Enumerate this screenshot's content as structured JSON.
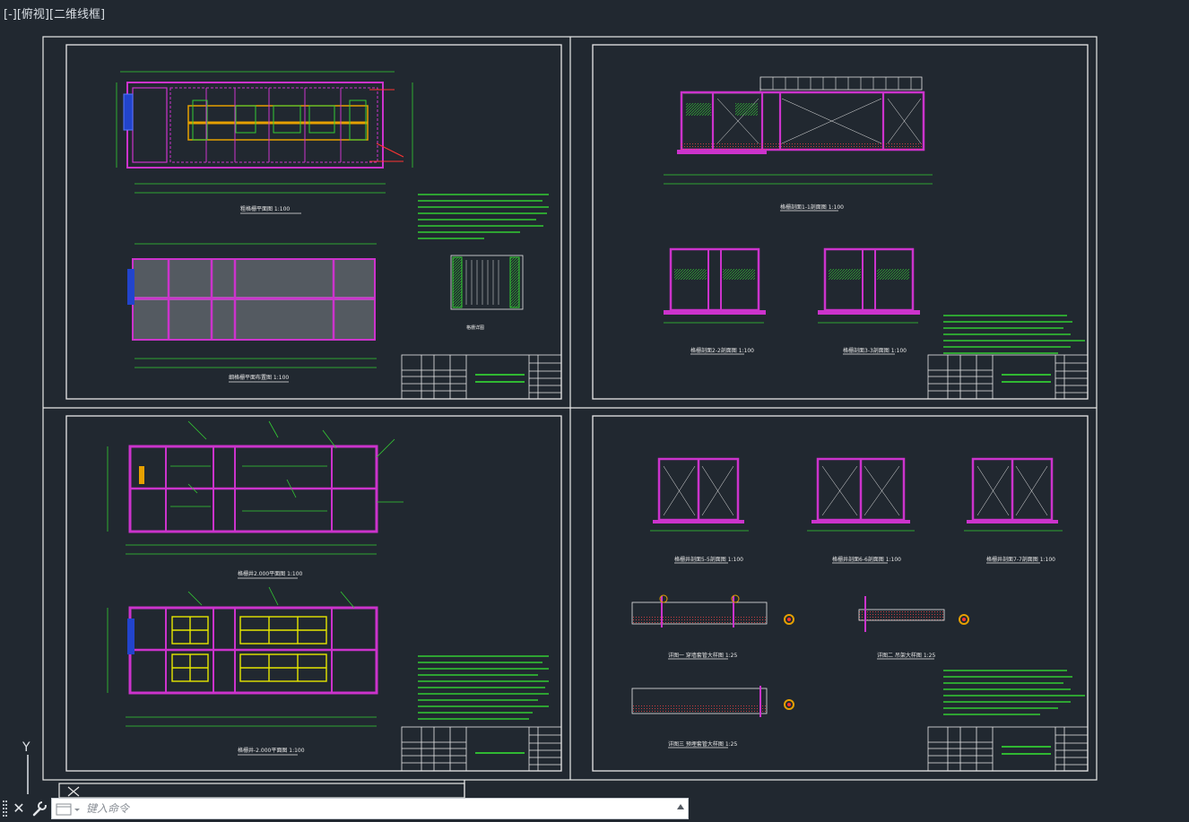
{
  "viewport": {
    "label": "[-][俯视][二维线框]"
  },
  "ucs": {
    "y_label": "Y"
  },
  "command": {
    "placeholder": "键入命令"
  },
  "sheets": [
    {
      "views": [
        {
          "title": "粗格栅平面图 1:100"
        },
        {
          "title": "细格栅平面布置图 1:100"
        },
        {
          "title": "格栅详图"
        }
      ]
    },
    {
      "views": [
        {
          "title": "格栅剖面1-1剖面图 1:100"
        },
        {
          "title": "格栅剖面2-2剖面图 1:100"
        },
        {
          "title": "格栅剖面3-3剖面图 1:100"
        }
      ]
    },
    {
      "views": [
        {
          "title": "格栅井2.000平面图 1:100"
        },
        {
          "title": "格栅井-2.000平面图 1:100"
        }
      ]
    },
    {
      "views": [
        {
          "title": "格栅井剖面5-5剖面图 1:100"
        },
        {
          "title": "格栅井剖面6-6剖面图 1:100"
        },
        {
          "title": "格栅井剖面7-7剖面图 1:100"
        },
        {
          "title": "详图一 穿墙套管大样图 1:25"
        },
        {
          "title": "详图二 吊架大样图 1:25"
        },
        {
          "title": "详图三 预埋套管大样图 1:25"
        }
      ]
    }
  ]
}
